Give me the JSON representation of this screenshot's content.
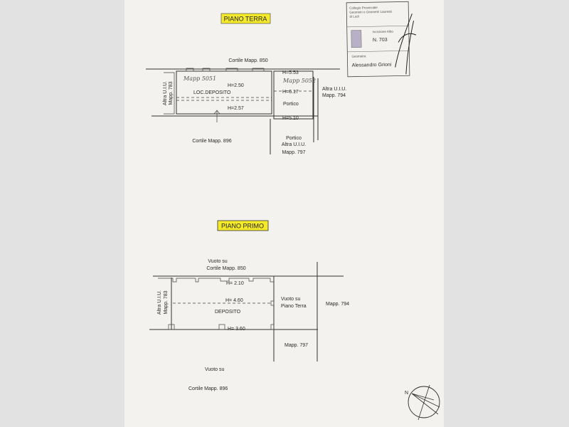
{
  "piano_terra": {
    "title": "PIANO TERRA",
    "cortile_top": "Cortile Mapp. 850",
    "cortile_bottom": "Cortile Mapp. 896",
    "left_neighbor": [
      "Altra U.I.U.",
      "Mapp. 783"
    ],
    "right_neighbor": [
      "Altra U.I.U.",
      "Mapp. 794"
    ],
    "room_name": "LOC.DEPOSITO",
    "h1": "H=2.50",
    "h2": "H=2.57",
    "portico": "Portico",
    "h3": "H=5.53",
    "h4": "H=6.17",
    "h5": "H=5.10",
    "bottom_right": [
      "Portico",
      "Altra U.I.U.",
      "Mapp. 797"
    ],
    "handwritten_1": "Mapp 5051",
    "handwritten_2": "Mapp 5052"
  },
  "piano_primo": {
    "title": "PIANO PRIMO",
    "top": [
      "Vuoto su",
      "Cortile Mapp. 850"
    ],
    "left_neighbor": [
      "Altra U.I.U.",
      "Mapp. 783"
    ],
    "room_name": "DEPOSITO",
    "h1": "H= 2.10",
    "h2": "H= 4.60",
    "h3": "H= 3.60",
    "void_right": [
      "Vuoto su",
      "Piano Terra"
    ],
    "mapp_794": "Mapp. 794",
    "mapp_797": "Mapp. 797",
    "bottom": [
      "Vuoto su",
      "Cortile Mapp. 896"
    ]
  },
  "stamp": {
    "org": [
      "Collegio Provinciale",
      "Geometri e Geometri Laureati",
      "di Lodi"
    ],
    "reg_label": "Iscrizione Albo",
    "reg_number": "N. 703",
    "role": "Geometra",
    "name": "Alessandro Grioni"
  },
  "compass": {
    "north": "N"
  },
  "colors": {
    "highlight": "#f5ea2a",
    "paper": "#f3f2ee",
    "background": "#e2e2e2"
  }
}
